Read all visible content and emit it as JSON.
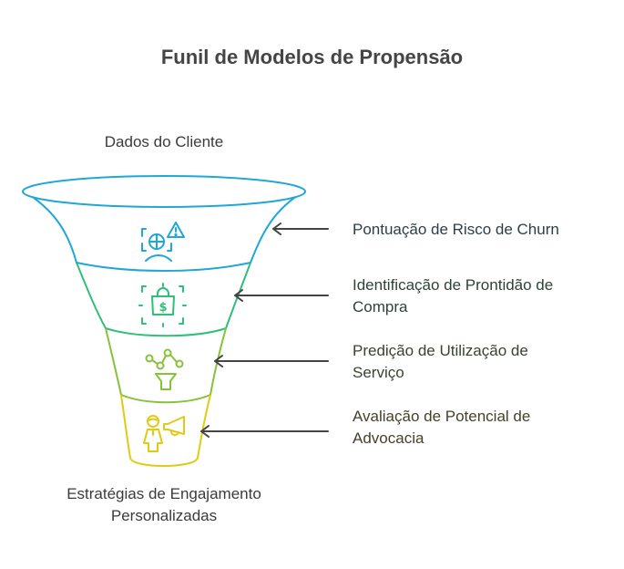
{
  "title": "Funil de Modelos de Propensão",
  "top_label": "Dados do Cliente",
  "bottom_label_line1": "Estratégias de Engajamento",
  "bottom_label_line2": "Personalizadas",
  "stages": [
    {
      "label_line1": "Pontuação de Risco de Churn",
      "label_line2": "",
      "icon": "churn-risk-icon",
      "color": "#1fa7d7",
      "text_color": "#2c3f47"
    },
    {
      "label_line1": "Identificação de Prontidão de",
      "label_line2": "Compra",
      "icon": "shopping-bag-dollar-icon",
      "color": "#2fbf7a",
      "text_color": "#2f4238"
    },
    {
      "label_line1": "Predição de Utilização de",
      "label_line2": "Serviço",
      "icon": "usage-prediction-icon",
      "color": "#86c23a",
      "text_color": "#3a4230"
    },
    {
      "label_line1": "Avaliação de Potencial de",
      "label_line2": "Advocacia",
      "icon": "advocate-megaphone-icon",
      "color": "#e0cb14",
      "text_color": "#45412a"
    }
  ],
  "arrow_color": "#444444"
}
